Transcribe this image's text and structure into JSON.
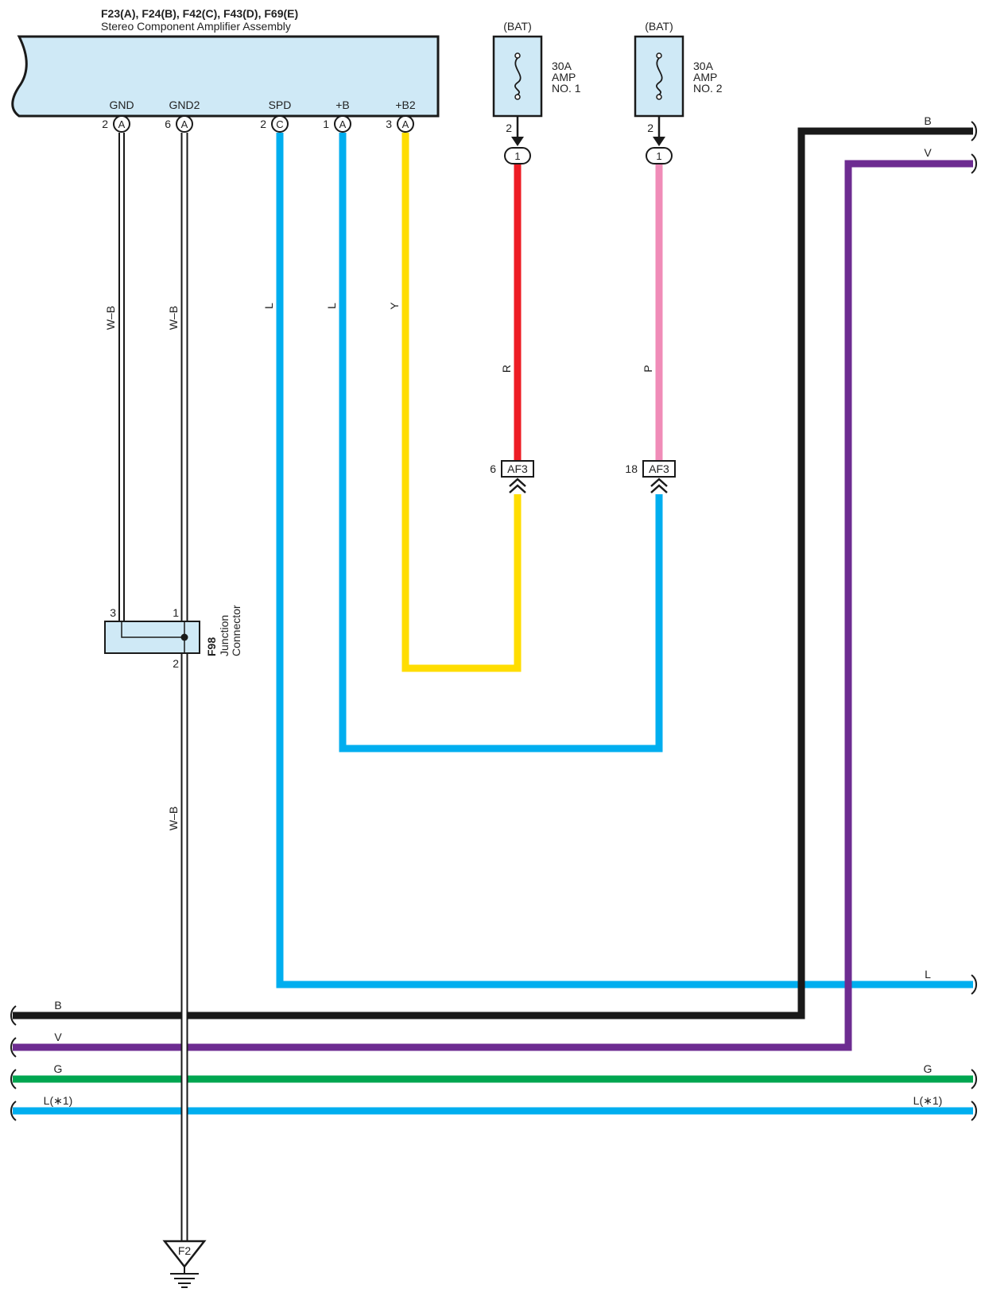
{
  "component": {
    "codes": "F23(A), F24(B), F42(C), F43(D), F69(E)",
    "name": "Stereo Component Amplifier Assembly",
    "color": "#cfe9f6"
  },
  "pins": [
    {
      "id": "gnd",
      "label": "GND",
      "number": "2",
      "connector": "A"
    },
    {
      "id": "gnd2",
      "label": "GND2",
      "number": "6",
      "connector": "A"
    },
    {
      "id": "spd",
      "label": "SPD",
      "number": "2",
      "connector": "C"
    },
    {
      "id": "b",
      "label": "+B",
      "number": "1",
      "connector": "A"
    },
    {
      "id": "b2",
      "label": "+B2",
      "number": "3",
      "connector": "A"
    }
  ],
  "fuses": [
    {
      "id": "fuse1",
      "source": "(BAT)",
      "rating": "30A",
      "name_line1": "AMP",
      "name_line2": "NO. 1",
      "pin": "2",
      "terminal": "1"
    },
    {
      "id": "fuse2",
      "source": "(BAT)",
      "rating": "30A",
      "name_line1": "AMP",
      "name_line2": "NO. 2",
      "pin": "2",
      "terminal": "1"
    }
  ],
  "connectors": [
    {
      "id": "af3a",
      "code": "AF3",
      "pin": "6"
    },
    {
      "id": "af3b",
      "code": "AF3",
      "pin": "18"
    }
  ],
  "junction": {
    "code": "F98",
    "name_line1": "Junction",
    "name_line2": "Connector",
    "pin_left": "3",
    "pin_right": "1",
    "pin_bottom": "2"
  },
  "ground": {
    "code": "F2"
  },
  "wire_labels": {
    "gnd": "W–B",
    "gnd2": "W–B",
    "ground_trunk": "W–B",
    "spd": "L",
    "b": "L",
    "b2": "Y",
    "fuse1": "R",
    "fuse2": "P"
  },
  "bus": {
    "black": "B",
    "violet": "V",
    "green": "G",
    "blue_left": "L(∗1)",
    "blue_right": "L(∗1)",
    "spd_right": "L"
  },
  "colors": {
    "black": "#1a1a1a",
    "violet": "#6d2c91",
    "green": "#00a650",
    "blue": "#00aeef",
    "yellow": "#ffdd00",
    "red": "#ed1c24",
    "pink": "#f08cb8",
    "white_wire": "#ffffff",
    "component_fill": "#cfe9f6"
  }
}
